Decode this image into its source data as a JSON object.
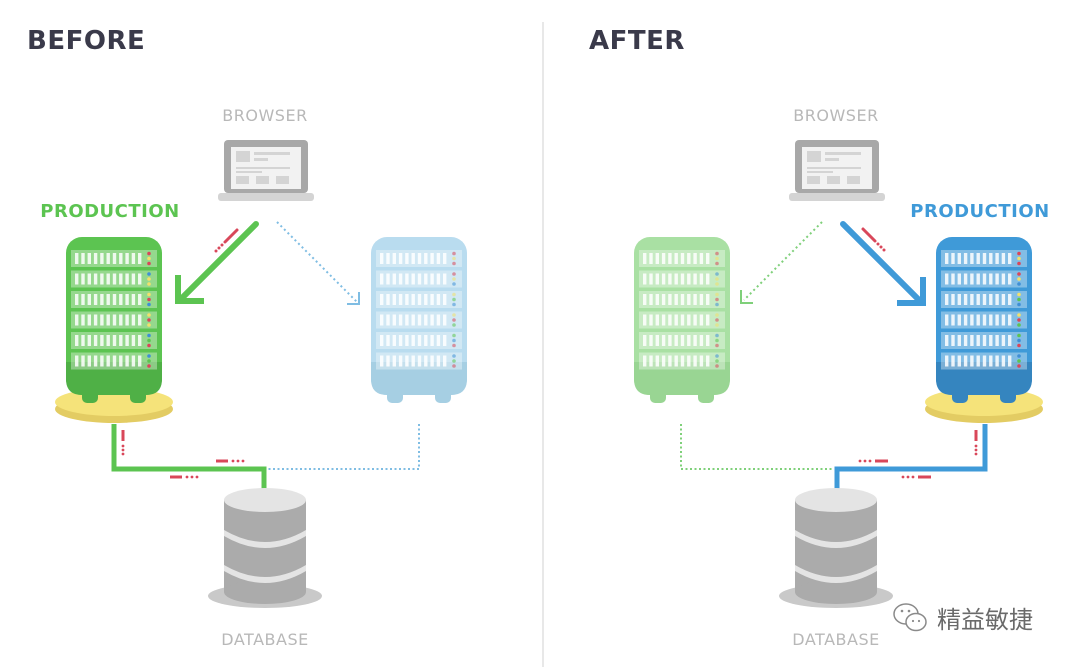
{
  "panels": [
    {
      "title": "BEFORE",
      "browser_label": "BROWSER",
      "production_label": "PRODUCTION",
      "database_label": "DATABASE",
      "active_server": "green",
      "active_color": "#5cc451",
      "active_dark": "#4fb046",
      "idle_server": "blue",
      "idle_color": "#b9dcef",
      "idle_dark": "#a6cfe3"
    },
    {
      "title": "AFTER",
      "browser_label": "BROWSER",
      "production_label": "PRODUCTION",
      "database_label": "DATABASE",
      "active_server": "blue",
      "active_color": "#3f9ad8",
      "active_dark": "#3585bf",
      "idle_server": "green",
      "idle_color": "#a9e0a3",
      "idle_dark": "#99d593"
    }
  ],
  "colors": {
    "title": "#3a3a4a",
    "label_gray": "#b8b8b8",
    "green": "#5cc451",
    "blue": "#3f9ad8",
    "red_traffic": "#d9475a",
    "platform_yellow": "#f5e37a",
    "database_gray": "#ababab",
    "divider": "#e6e6e6"
  },
  "watermark": {
    "icon": "wechat-icon",
    "text": "精益敏捷"
  }
}
